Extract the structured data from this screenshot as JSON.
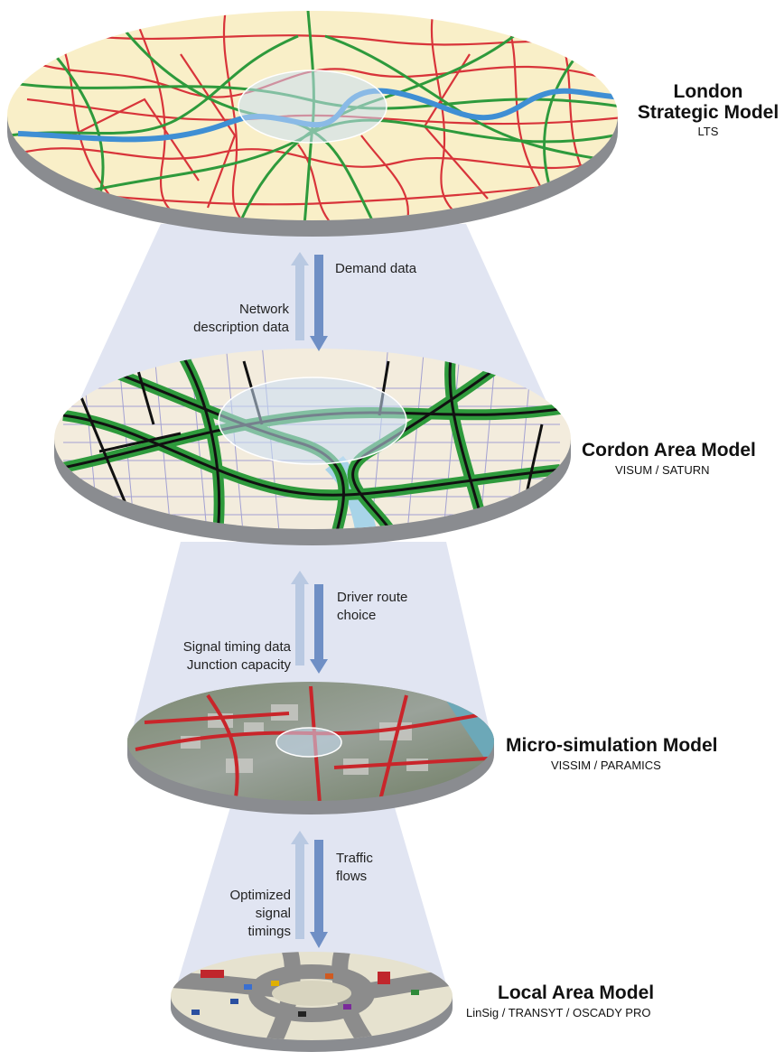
{
  "layers": [
    {
      "title_line1": "London",
      "title_line2": "Strategic Model",
      "subtitle": "LTS"
    },
    {
      "title": "Cordon Area Model",
      "subtitle": "VISUM / SATURN"
    },
    {
      "title": "Micro-simulation Model",
      "subtitle": "VISSIM / PARAMICS"
    },
    {
      "title": "Local Area Model",
      "subtitle": "LinSig / TRANSYT / OSCADY PRO"
    }
  ],
  "flows": [
    {
      "down": [
        "Demand data"
      ],
      "up": [
        "Network",
        "description data"
      ]
    },
    {
      "down": [
        "Driver route",
        "choice"
      ],
      "up": [
        "Signal timing data",
        "Junction capacity"
      ]
    },
    {
      "down": [
        "Traffic",
        "flows"
      ],
      "up": [
        "Optimized",
        "signal",
        "timings"
      ]
    }
  ],
  "colors": {
    "beam": "#d7dcee",
    "disc_edge": "#8a8c90",
    "map_base": "#f9efc8",
    "strategic_roads": "#d8343a",
    "major_roads": "#2e9a3c",
    "river": "#3f8fd4",
    "arrow_up": "#b9c9e2",
    "arrow_down": "#6f8fc5",
    "focus_ellipse": "#c9def4"
  }
}
